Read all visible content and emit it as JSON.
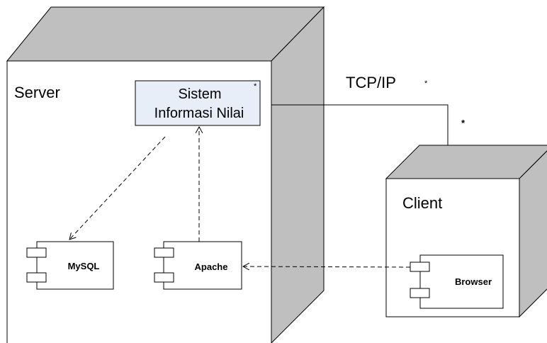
{
  "diagram": {
    "server_node": {
      "label": "Server"
    },
    "client_node": {
      "label": "Client"
    },
    "components": {
      "sistem": {
        "line1": "Sistem",
        "line2": "Informasi Nilai",
        "multiplicity": "*"
      },
      "mysql": {
        "label": "MySQL"
      },
      "apache": {
        "label": "Apache"
      },
      "browser": {
        "label": "Browser"
      }
    },
    "connection": {
      "protocol": "TCP/IP",
      "multiplicity_server": "*",
      "multiplicity_client": "*"
    }
  },
  "colors": {
    "node_side": "#bfbfbf",
    "node_face": "#ffffff",
    "component_fill": "#e8eef8",
    "stroke": "#000000"
  }
}
